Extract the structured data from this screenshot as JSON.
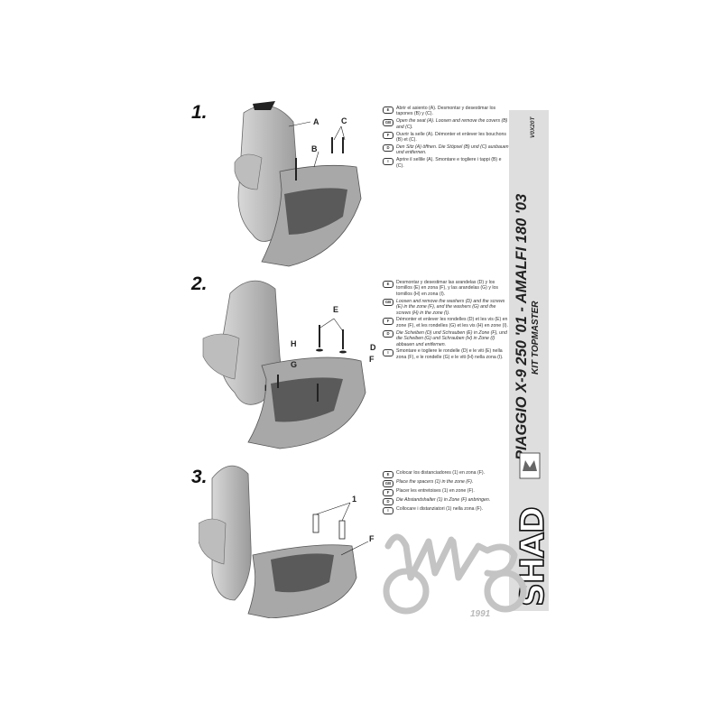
{
  "header": {
    "title": "PIAGGIO X-9 250 '01 - AMALFI 180 '03",
    "subtitle": "KIT TOPMASTER",
    "code": "V0X20T"
  },
  "brand": {
    "logo_text": "SHAD",
    "watermark_year": "1991"
  },
  "steps": [
    {
      "number": "1.",
      "labels": [
        "A",
        "B",
        "C"
      ],
      "instructions": [
        {
          "lang": "E",
          "text": "Abrir el asiento (A). Desmontar y desestimar los tapones (B) y (C).",
          "italic": false
        },
        {
          "lang": "GB",
          "text": "Open the seat (A). Loosen and remove the covers (B) and (C).",
          "italic": true
        },
        {
          "lang": "F",
          "text": "Ouvrir la selle (A). Démonter et enlever les bouchons (B) et (C).",
          "italic": false
        },
        {
          "lang": "D",
          "text": "Den Sitz (A) öffnen. Die Stöpsel (B) und (C) ausbauen und entfernen.",
          "italic": true
        },
        {
          "lang": "I",
          "text": "Aprire il sellile (A). Smontare e togliere i tappi (B) e (C).",
          "italic": false
        }
      ]
    },
    {
      "number": "2.",
      "labels": [
        "E",
        "D",
        "F",
        "H",
        "G",
        "I"
      ],
      "instructions": [
        {
          "lang": "E",
          "text": "Desmontar y desestimar las arandelas (D) y los tornillos (E) en zona (F), y las arandelas (G) y los tornillos (H) en zona (I).",
          "italic": false
        },
        {
          "lang": "GB",
          "text": "Loosen and remove the washers (D) and the screws (E) in the zone (F), and the washers (G) and the screws (H) in the zone (I).",
          "italic": true
        },
        {
          "lang": "F",
          "text": "Démonter et enlever les rondelles (D) et les vis (E) en zone (F), et les rondelles (G) et les vis (H) en zone (I).",
          "italic": false
        },
        {
          "lang": "D",
          "text": "Die Scheiben (D) und Schrauben (E) in Zone (F), und die Scheiben (G) und Schrauben (H) in Zone (I) abbauen und entfernen.",
          "italic": true
        },
        {
          "lang": "I",
          "text": "Smontare e togliere le rondelle (D) e le viti (E) nella zona (F), e le rondelle (G) e le viti (H) nella zona (I).",
          "italic": false
        }
      ]
    },
    {
      "number": "3.",
      "labels": [
        "1",
        "F"
      ],
      "instructions": [
        {
          "lang": "E",
          "text": "Colocar los distanciadores (1) en zona (F).",
          "italic": false
        },
        {
          "lang": "GB",
          "text": "Place the spacers (1) in the zone (F).",
          "italic": true
        },
        {
          "lang": "F",
          "text": "Placer les entretoises (1) en zone (F).",
          "italic": false
        },
        {
          "lang": "D",
          "text": "Die Abstandshalter (1) in Zone (F) anbringen.",
          "italic": true
        },
        {
          "lang": "I",
          "text": "Collocare i distanziatori (1) nella zona (F).",
          "italic": false
        }
      ]
    }
  ]
}
